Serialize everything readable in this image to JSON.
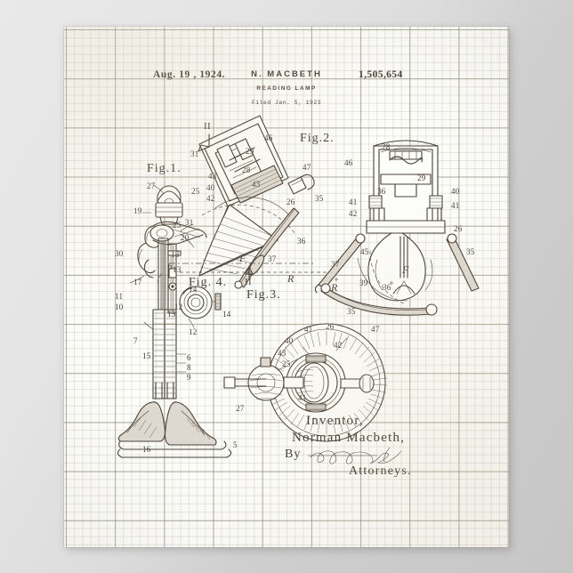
{
  "poster": {
    "header": {
      "date": "Aug. 19 , 1924.",
      "inventor_name": "N. MACBETH",
      "title": "READING LAMP",
      "filed": "Filed Jan. 5, 1923",
      "patent_number": "1,505,654"
    },
    "figures": [
      {
        "id": "fig1",
        "caption": "Fig.1."
      },
      {
        "id": "fig2",
        "caption": "Fig.2."
      },
      {
        "id": "fig3",
        "caption": "Fig.3."
      },
      {
        "id": "fig4",
        "caption": "Fig. 4."
      }
    ],
    "signature": {
      "line1": "Inventor,",
      "line2": "Norman Macbeth,",
      "line3": "By",
      "line4": "Attorneys."
    },
    "section_marks": [
      "II",
      "II"
    ],
    "plane_letters": [
      "F",
      "F",
      "R",
      "R"
    ],
    "numerals_fig1": [
      "27",
      "19",
      "25",
      "31",
      "20",
      "30",
      "18",
      "13",
      "17",
      "14",
      "12",
      "11",
      "10",
      "6",
      "7",
      "15",
      "8",
      "9",
      "16",
      "5"
    ],
    "numerals_top": [
      "46",
      "29",
      "28",
      "43",
      "40",
      "42",
      "31",
      "47",
      "26",
      "35",
      "36",
      "25"
    ],
    "numerals_fig2": [
      "28",
      "29",
      "46",
      "36",
      "40",
      "41",
      "42",
      "26",
      "45",
      "35"
    ],
    "numerals_fig3": [
      "35",
      "47",
      "41",
      "26",
      "42",
      "40",
      "43",
      "25",
      "27"
    ],
    "numerals_fig4": [
      "13",
      "12",
      "14"
    ],
    "numerals_center": [
      "36",
      "37",
      "39",
      "35",
      "26"
    ]
  },
  "colors": {
    "paper": "#fdfdfa",
    "ink": "#4a4036",
    "grid_minor": "#96968c",
    "grid_major": "#78735f",
    "backdrop": "#dcdcdc"
  }
}
